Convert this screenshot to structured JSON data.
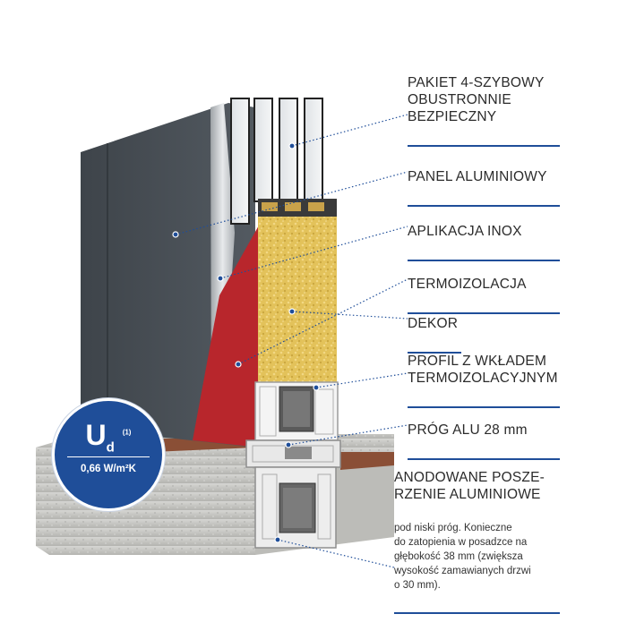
{
  "labels": [
    {
      "title": "PAKIET 4-SZYBOWY\nOBUSTRONNIE\nBEZPIECZNY"
    },
    {
      "title": "PANEL ALUMINIOWY"
    },
    {
      "title": "APLIKACJA INOX"
    },
    {
      "title": "TERMOIZOLACJA"
    },
    {
      "title": "DEKOR"
    },
    {
      "title": "PROFIL Z WKŁADEM\nTERMOIZOLACYJNYM"
    },
    {
      "title": "PRÓG ALU 28 mm"
    },
    {
      "title": "ANODOWANE POSZE-\nRZENIE ALUMINIOWE",
      "desc": "pod niski próg. Konieczne\ndo zatopienia w posadzce na\ngłębokość 38 mm (zwiększa\nwysokość zamawianych drzwi\no 30 mm)."
    }
  ],
  "badge": {
    "symbol": "U",
    "subscript": "d",
    "superscript": "(1)",
    "value": "0,66 W/m²K"
  },
  "colors": {
    "accent": "#1f4e99",
    "panel": "#4a5056",
    "red": "#b8262c",
    "insulation": "#e3c25a",
    "concrete": "#c9c9c6",
    "wood": "#8a4f36"
  }
}
